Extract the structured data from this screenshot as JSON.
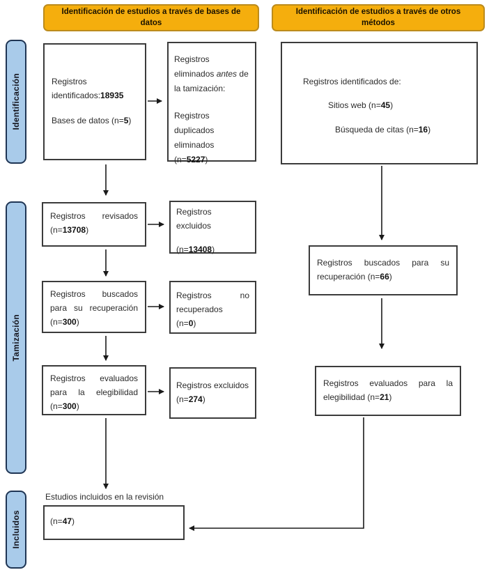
{
  "headers": {
    "databases": "Identificación de estudios a través de bases de datos",
    "other_methods": "Identificación de estudios a través de otros métodos"
  },
  "stages": {
    "identification": "Identificación",
    "screening": "Tamización",
    "included": "Incluidos"
  },
  "colors": {
    "header_bg": "#F5AE0D",
    "header_border": "#BC8B1C",
    "stage_bg": "#A9CBEA",
    "stage_border": "#1F3554",
    "box_border": "#3B3B3B",
    "arrow": "#1A1A1A"
  },
  "boxes": {
    "identified": {
      "p1_pre": "Registros identificados:",
      "p1_n": "18935",
      "p2_pre": "Bases de datos (n=",
      "p2_n": "5",
      "p2_suf": ")"
    },
    "removed_before": {
      "p1a": "Registros eliminados ",
      "p1b": "antes",
      "p1c": " de la tamización:",
      "p2_pre": "Registros duplicados eliminados (n=",
      "p2_n": "5227",
      "p2_suf": ")"
    },
    "other_identified": {
      "title": "Registros identificados de:",
      "web_pre": "Sitios web (n=",
      "web_n": "45",
      "web_suf": ")",
      "cites_pre": "Búsqueda de citas (n=",
      "cites_n": "16",
      "cites_suf": ")"
    },
    "screened": {
      "pre": "Registros revisados (n=",
      "n": "13708",
      "suf": ")"
    },
    "excluded": {
      "p1": "Registros excluidos",
      "p2_pre": "(n=",
      "p2_n": "13408",
      "p2_suf": ")"
    },
    "sought": {
      "pre": "Registros buscados para su recuperación (n=",
      "n": "300",
      "suf": ")"
    },
    "not_retrieved": {
      "p1": "Registros no recuperados",
      "p2_pre": "(n=",
      "p2_n": "0",
      "p2_suf": ")"
    },
    "assessed": {
      "pre": "Registros evaluados para la elegibilidad (n=",
      "n": "300",
      "suf": ")"
    },
    "excluded_eligibility": {
      "pre": "Registros excluidos (n=",
      "n": "274",
      "suf": ")"
    },
    "sought_other": {
      "pre": "Registros buscados para su recuperación (n=",
      "n": "66",
      "suf": ")"
    },
    "assessed_other": {
      "pre": "Registros evaluados para la elegibilidad (n=",
      "n": "21",
      "suf": ")"
    },
    "included_studies": {
      "title": "Estudios incluidos en la revisión",
      "pre": "(n=",
      "n": "47",
      "suf": ")"
    }
  }
}
